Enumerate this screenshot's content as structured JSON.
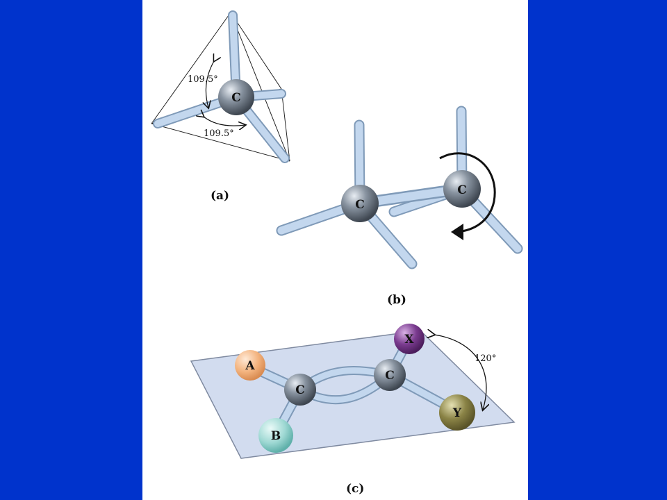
{
  "panels": [
    {
      "label": "(a)"
    },
    {
      "label": "(b)"
    },
    {
      "label": "(c)"
    }
  ],
  "tetrahedral": {
    "center_atom": "C",
    "angle_top": "109.5°",
    "angle_bottom": "109.5°"
  },
  "ethane": {
    "atom_left": "C",
    "atom_right": "C",
    "rotation_arrow": "rotation-arrow-icon"
  },
  "ethene": {
    "carbon_left": "C",
    "carbon_right": "C",
    "sub_a": "A",
    "sub_b": "B",
    "sub_x": "X",
    "sub_y": "Y",
    "angle": "120°"
  },
  "colors": {
    "background": "#0033cc",
    "panel": "#ffffff",
    "carbon": "#6b7684",
    "bond": "#b9cfe8",
    "plane": "#d2dcef",
    "sub_a": "#f3b37e",
    "sub_b": "#8fd0cb",
    "sub_x": "#7a3b8f",
    "sub_y": "#8a8346"
  }
}
